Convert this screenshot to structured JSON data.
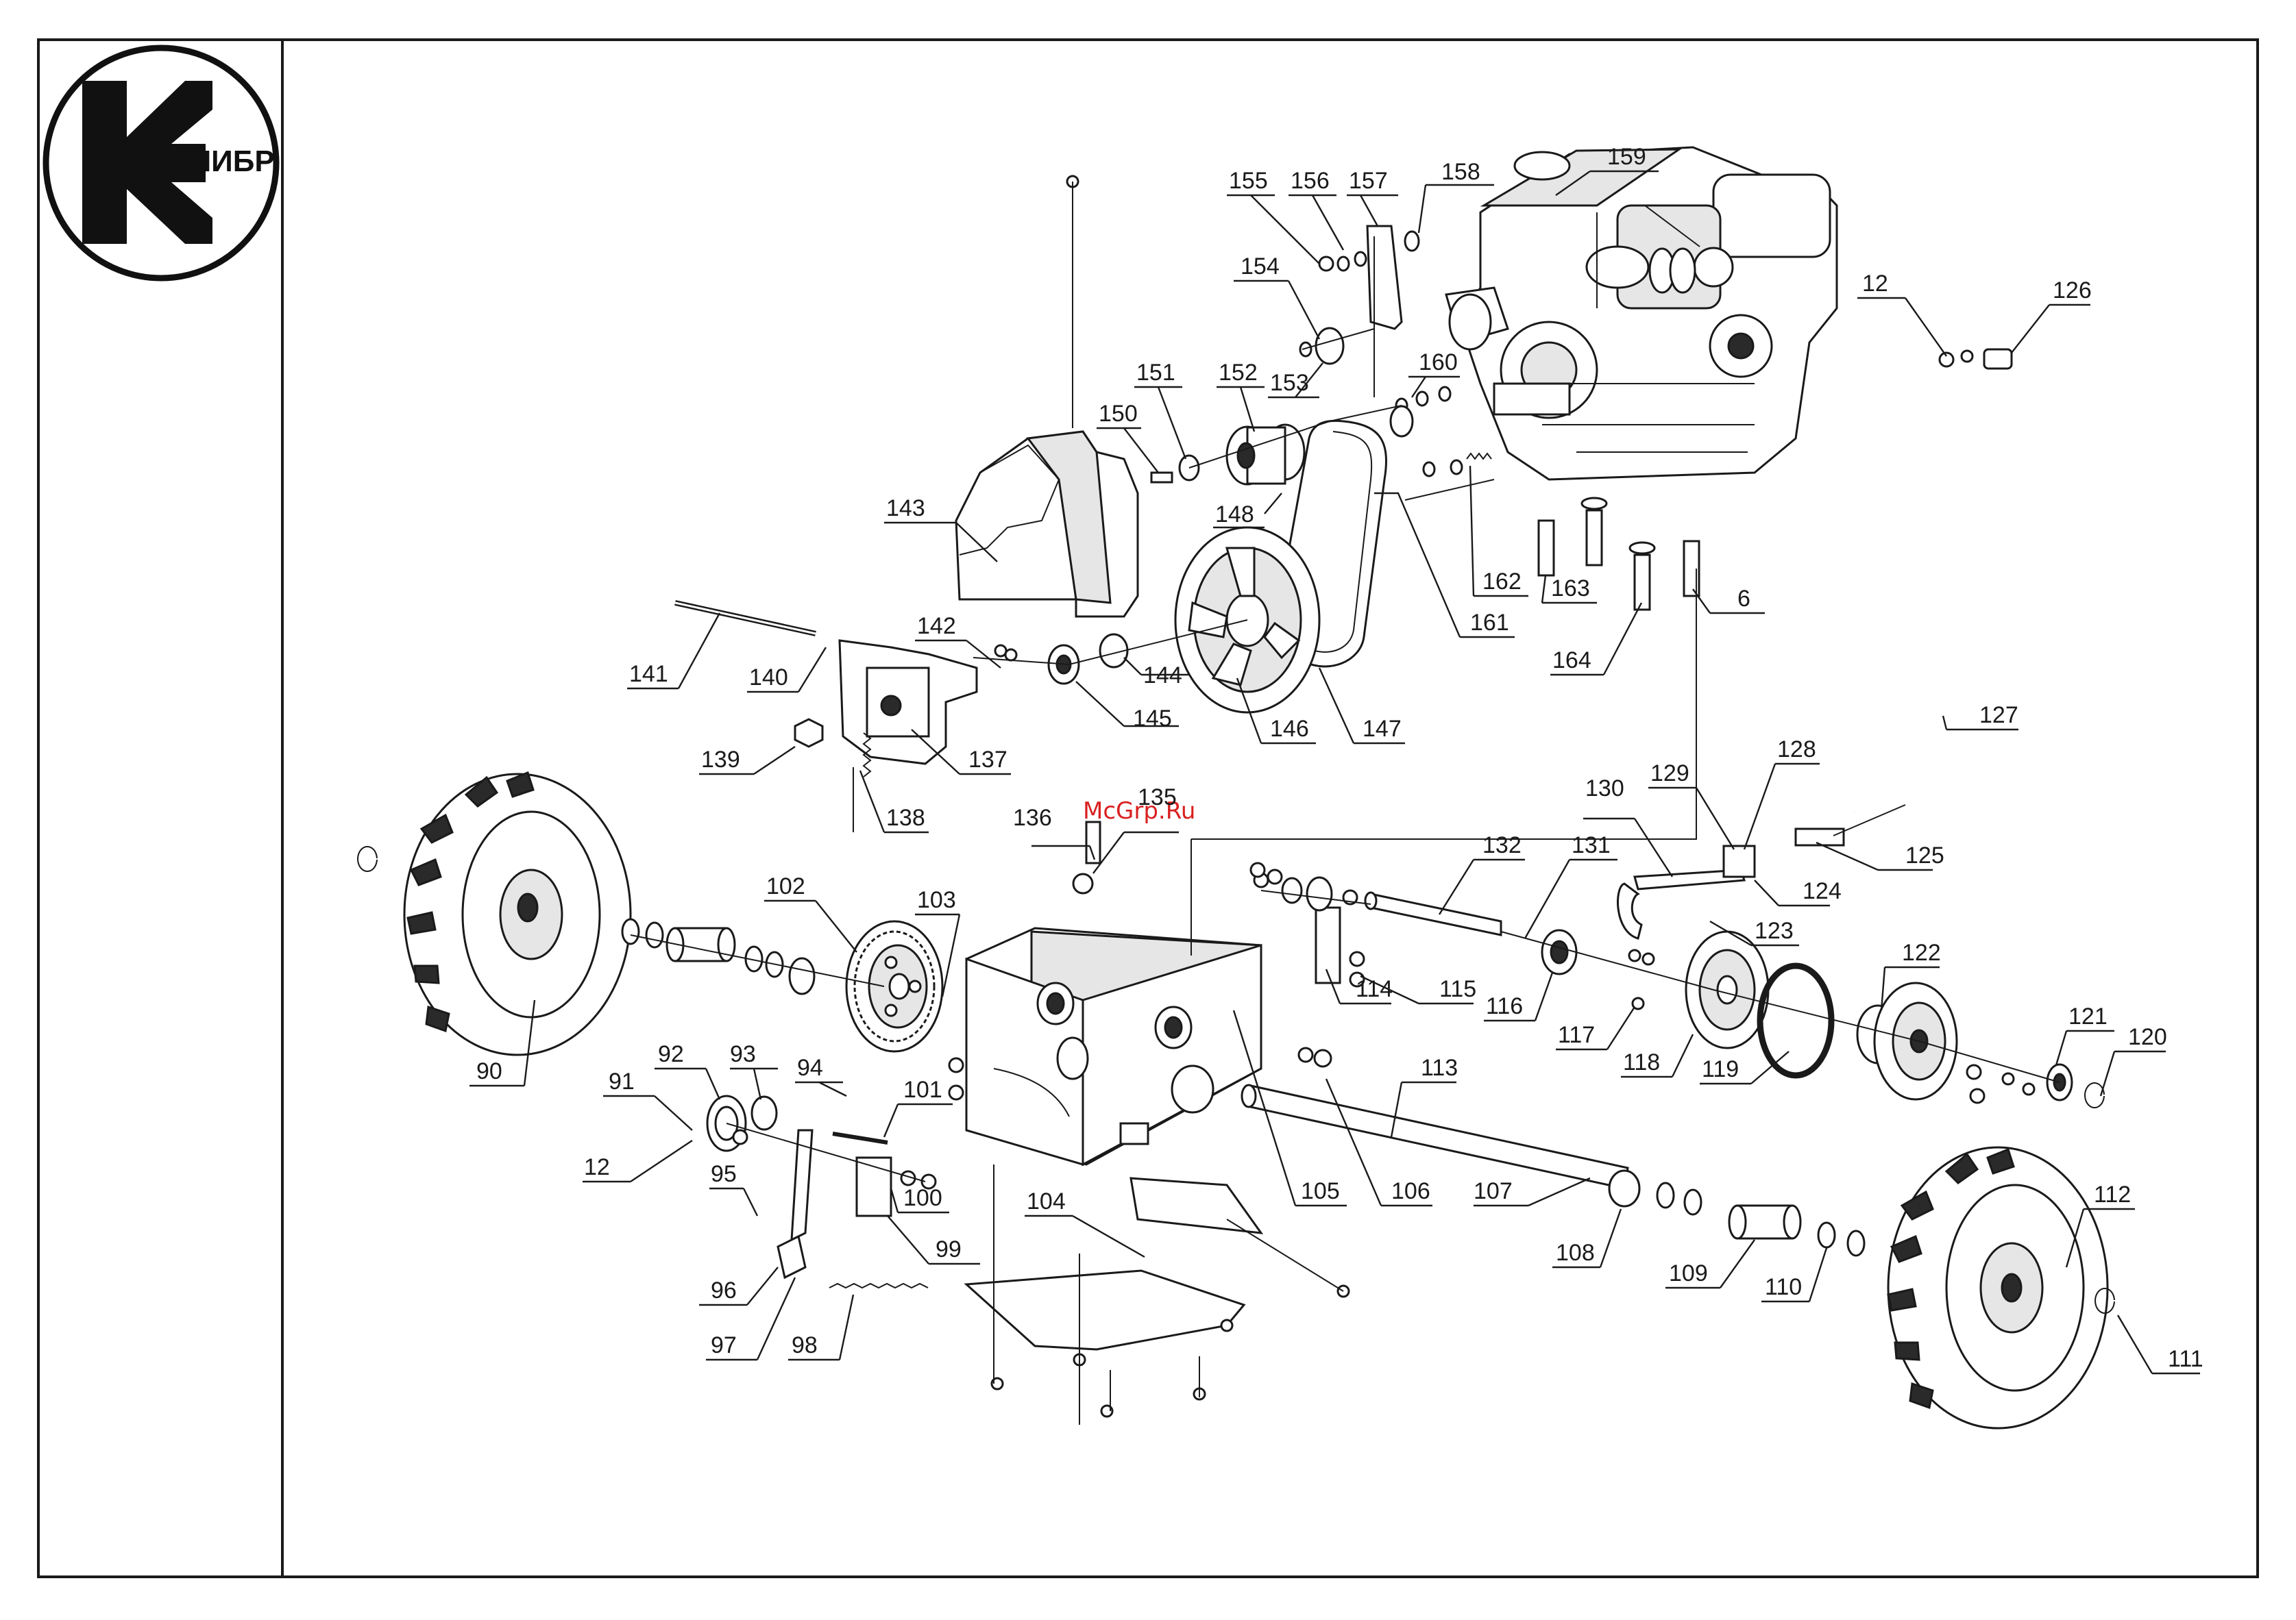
{
  "logo": {
    "text": "АЛИБР"
  },
  "watermark": {
    "text": "McGrp.Ru"
  },
  "callouts": [
    {
      "label": "159"
    },
    {
      "label": "158"
    },
    {
      "label": "157"
    },
    {
      "label": "156"
    },
    {
      "label": "155"
    },
    {
      "label": "154"
    },
    {
      "label": "153"
    },
    {
      "label": "160"
    },
    {
      "label": "152"
    },
    {
      "label": "151"
    },
    {
      "label": "150"
    },
    {
      "label": "148"
    },
    {
      "label": "143"
    },
    {
      "label": "162"
    },
    {
      "label": "163"
    },
    {
      "label": "164"
    },
    {
      "label": "6"
    },
    {
      "label": "161"
    },
    {
      "label": "12"
    },
    {
      "label": "126"
    },
    {
      "label": "141"
    },
    {
      "label": "140"
    },
    {
      "label": "142"
    },
    {
      "label": "144"
    },
    {
      "label": "145"
    },
    {
      "label": "146"
    },
    {
      "label": "147"
    },
    {
      "label": "139"
    },
    {
      "label": "137"
    },
    {
      "label": "138"
    },
    {
      "label": "127"
    },
    {
      "label": "136"
    },
    {
      "label": "135"
    },
    {
      "label": "128"
    },
    {
      "label": "129"
    },
    {
      "label": "130"
    },
    {
      "label": "132"
    },
    {
      "label": "131"
    },
    {
      "label": "125"
    },
    {
      "label": "124"
    },
    {
      "label": "123"
    },
    {
      "label": "102"
    },
    {
      "label": "103"
    },
    {
      "label": "114"
    },
    {
      "label": "115"
    },
    {
      "label": "116"
    },
    {
      "label": "117"
    },
    {
      "label": "118"
    },
    {
      "label": "119"
    },
    {
      "label": "122"
    },
    {
      "label": "121"
    },
    {
      "label": "120"
    },
    {
      "label": "90"
    },
    {
      "label": "113"
    },
    {
      "label": "92"
    },
    {
      "label": "91"
    },
    {
      "label": "93"
    },
    {
      "label": "94"
    },
    {
      "label": "101"
    },
    {
      "label": "12"
    },
    {
      "label": "95"
    },
    {
      "label": "100"
    },
    {
      "label": "99"
    },
    {
      "label": "96"
    },
    {
      "label": "97"
    },
    {
      "label": "98"
    },
    {
      "label": "104"
    },
    {
      "label": "105"
    },
    {
      "label": "106"
    },
    {
      "label": "107"
    },
    {
      "label": "108"
    },
    {
      "label": "109"
    },
    {
      "label": "110"
    },
    {
      "label": "112"
    },
    {
      "label": "111"
    }
  ]
}
